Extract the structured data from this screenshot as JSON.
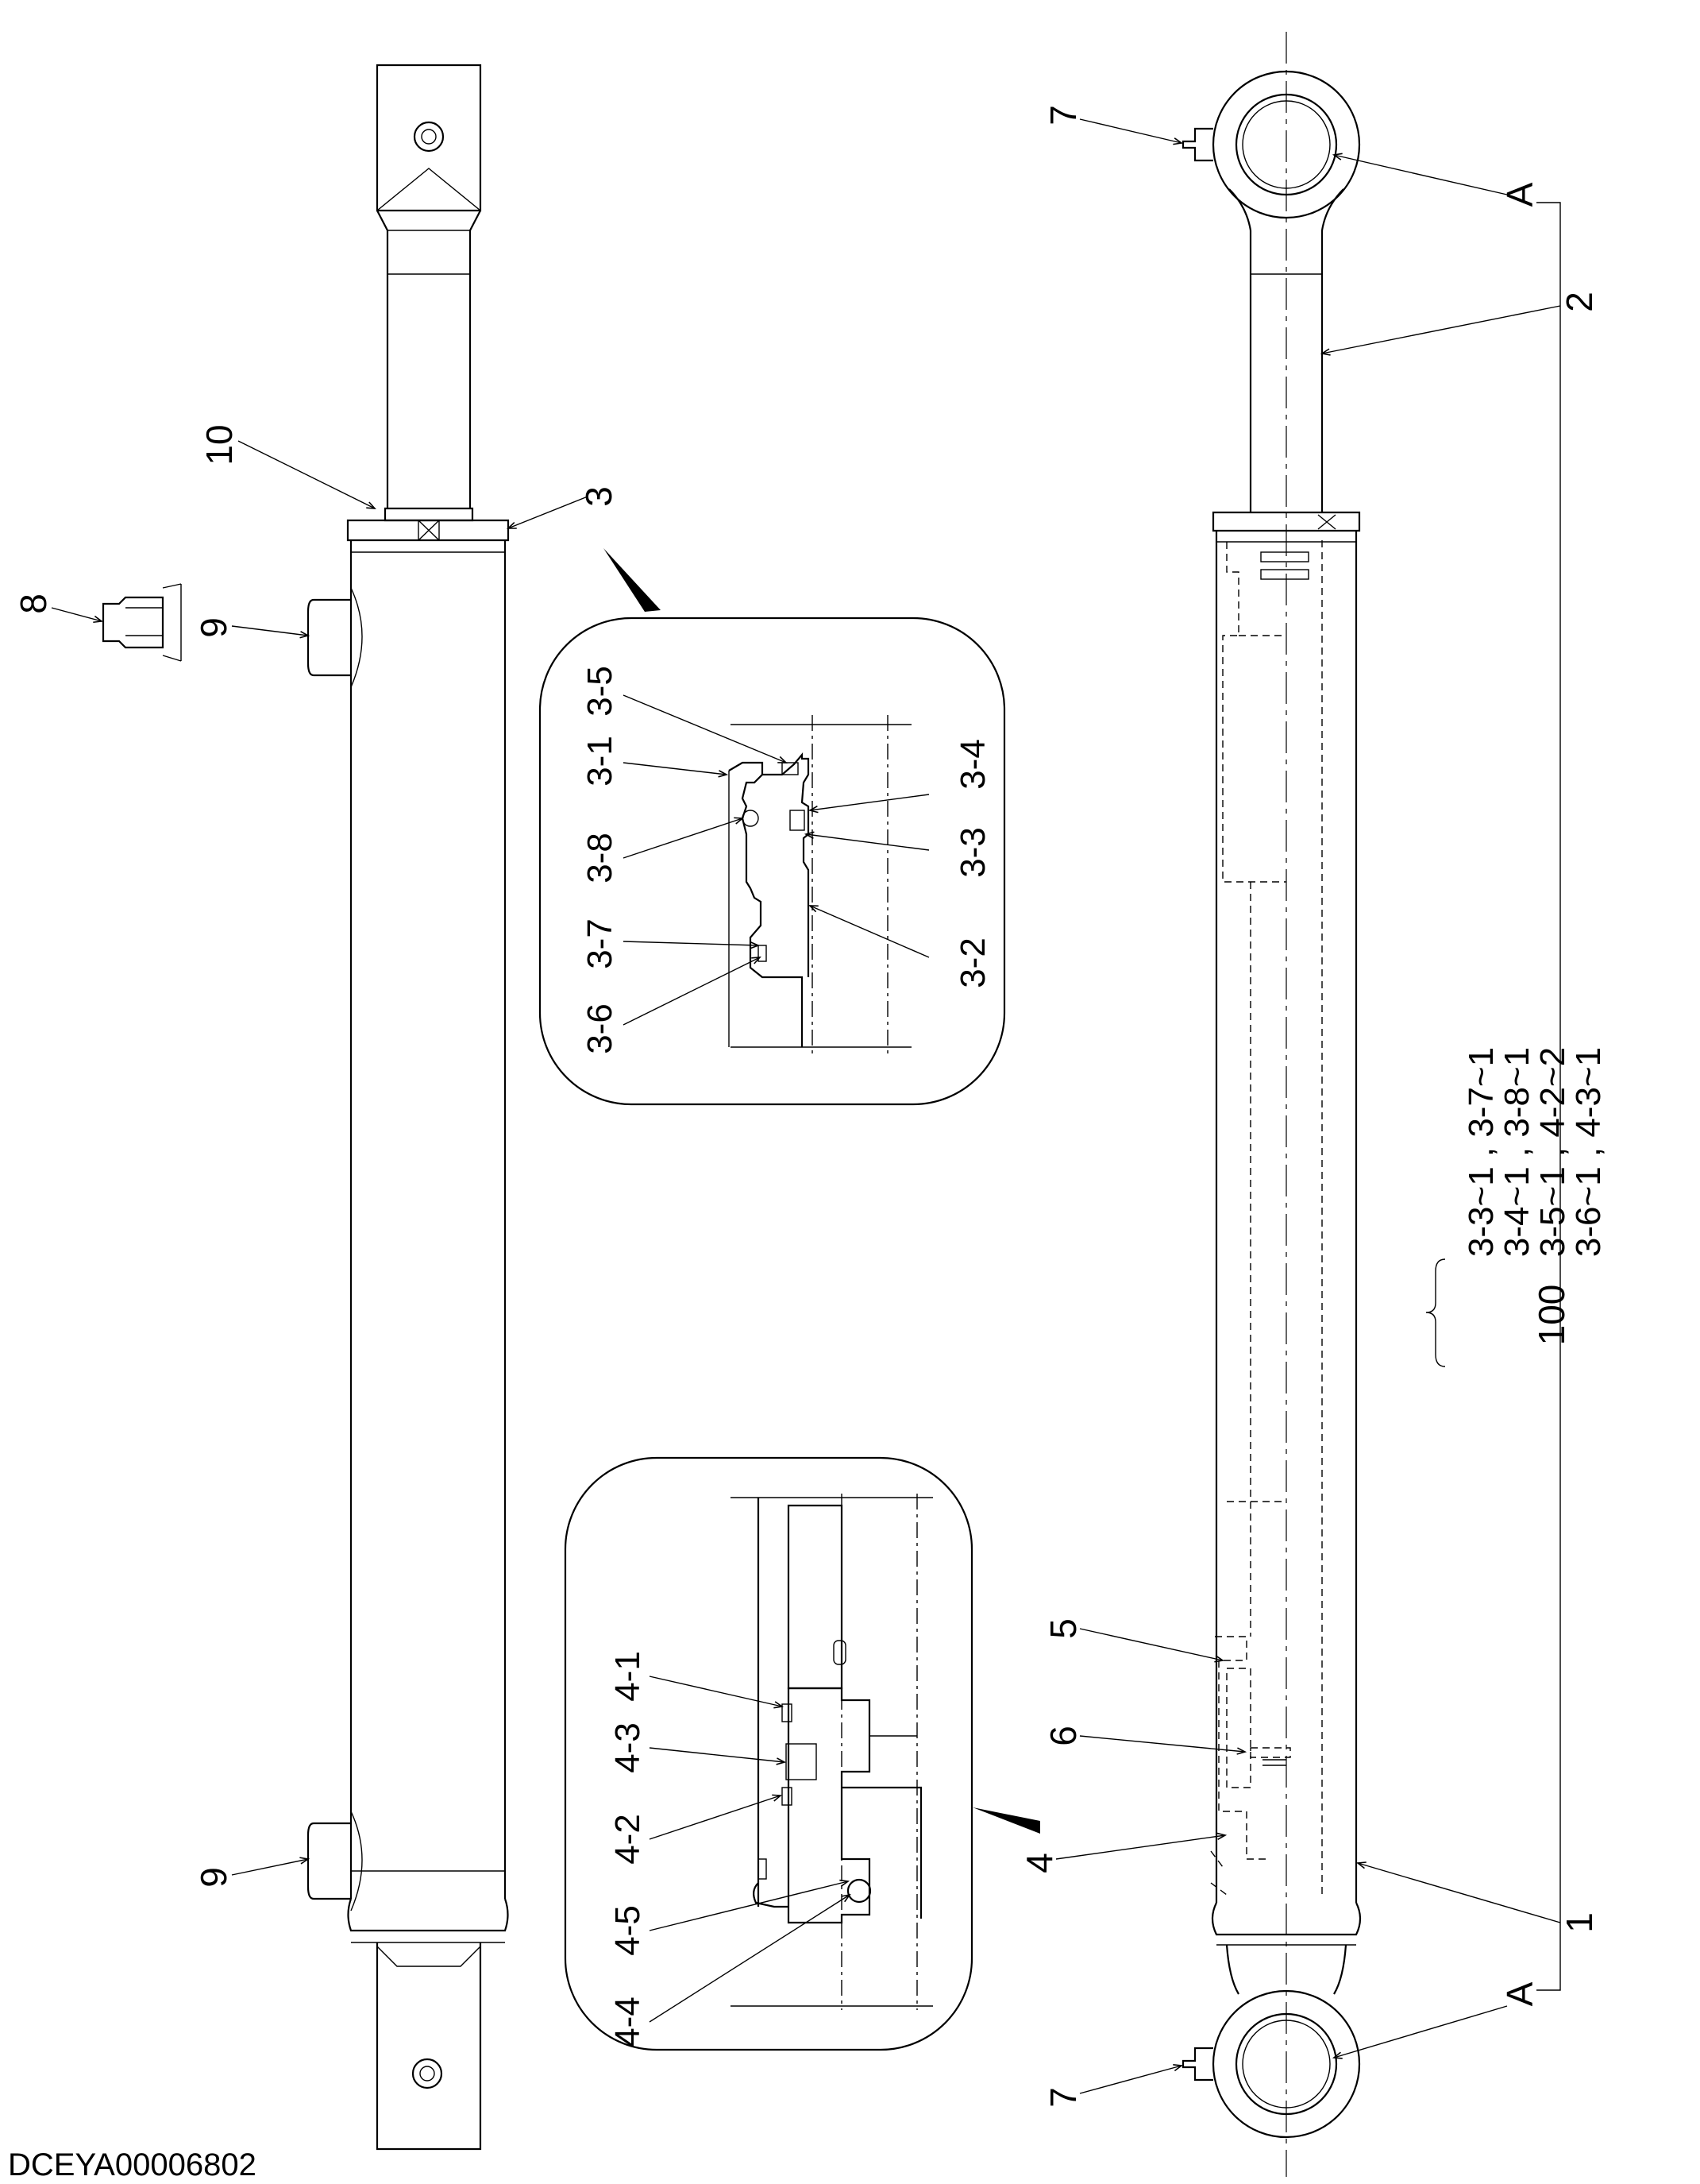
{
  "drawing_code": "DCEYA00006802",
  "callouts": {
    "c1": "1",
    "c2": "2",
    "c3": "3",
    "c4": "4",
    "c5": "5",
    "c6": "6",
    "c7": "7",
    "c8": "8",
    "c9": "9",
    "c10": "10",
    "cA": "A",
    "d3_1": "3-1",
    "d3_2": "3-2",
    "d3_3": "3-3",
    "d3_4": "3-4",
    "d3_5": "3-5",
    "d3_6": "3-6",
    "d3_7": "3-7",
    "d3_8": "3-8",
    "d4_1": "4-1",
    "d4_2": "4-2",
    "d4_3": "4-3",
    "d4_4": "4-4",
    "d4_5": "4-5"
  },
  "seal_kit": {
    "label": "100",
    "rows": [
      "3-3~1 , 3-7~1",
      "3-4~1 , 3-8~1",
      "3-5~1 , 4-2~2",
      "3-6~1 , 4-3~1"
    ]
  }
}
